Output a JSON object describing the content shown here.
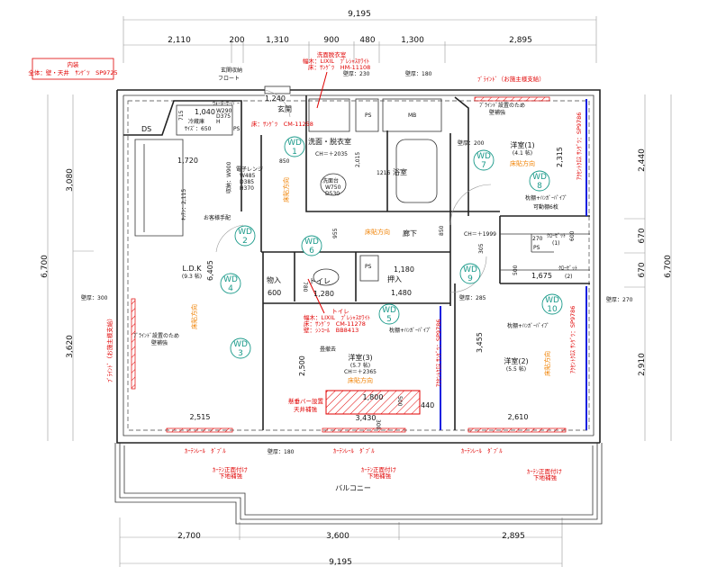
{
  "dimensions": {
    "top_total": "9,195",
    "top": [
      "2,110",
      "200",
      "1,310",
      "900",
      "480",
      "1,300",
      "2,895"
    ],
    "bottom": [
      "2,700",
      "3,600",
      "2,895"
    ],
    "bottom_total": "9,195",
    "left_total": "6,700",
    "left": [
      "3,080",
      "3,620"
    ],
    "right_total": "6,700",
    "right": [
      "2,440",
      "670",
      "670",
      "2,910"
    ]
  },
  "interior_note": {
    "title": "内装",
    "body": "全体：壁・天井　ｻﾝｹﾞﾂ　SP9725"
  },
  "entrance": {
    "storage": "玄関収納",
    "storage_sub": "フロート",
    "width": "1,240",
    "name": "玄関",
    "floor": "床：ｻﾝｹﾞﾂ　CM-11258"
  },
  "washroom_note": {
    "title": "洗面脱衣室",
    "baseboard": "幅木：LIXIL　ﾌﾟﾚｼｬｽﾎﾜｲﾄ",
    "floor": "床：ｻﾝｹﾞﾂ　HM-11108"
  },
  "walls": {
    "w230": "壁厚：230",
    "w180_top": "壁厚：180",
    "w200": "壁厚：200",
    "w300": "壁厚：300",
    "w285": "壁厚：285",
    "w270": "壁厚：270",
    "w180_bottom": "壁厚：180"
  },
  "blind": {
    "supplied": "ﾌﾞﾗｲﾝﾄﾞ（お施主様支給）",
    "reinforce1": "ﾌﾞﾗｲﾝﾄﾞ設置のため",
    "reinforce2": "壁補強"
  },
  "kitchen": {
    "water_server": "ｳｫｰﾀｰｻｰﾊﾞｰ",
    "ws_size": [
      "W290",
      "D375",
      "H"
    ],
    "w1040": "1,040",
    "d715": "715",
    "fridge": "冷蔵庫",
    "fridge_size": "ｻｲｽﾞ：650",
    "ds": "DS",
    "ps": "PS",
    "w1720": "1,720",
    "kitchen_len": "ｷｯﾁﾝ：2,115",
    "storage": "収納：W900",
    "microwave": "電子レンジ",
    "mw_size": [
      "W485",
      "D385",
      "H370"
    ],
    "customer": "お客様手配"
  },
  "utility": {
    "ps": "PS",
    "mb": "MB"
  },
  "washroom": {
    "name": "洗面・脱衣室",
    "ch": "CH＝＋2035",
    "d2015": "2,015",
    "w850": "850",
    "bath_size": "1216",
    "bath": "浴室",
    "vanity": "洗面台",
    "vanity_w": "W750",
    "vanity_d": "D530"
  },
  "hallway": {
    "floor_dir": "床貼方向",
    "name": "廊下",
    "d955": "955",
    "d850": "850",
    "ch": "CH＝＋1999",
    "d305": "305"
  },
  "closet_mid": {
    "w1180": "1,180",
    "name": "押入",
    "w1480": "1,480",
    "ps": "PS"
  },
  "storage_toilet": {
    "storage": "物入",
    "w600": "600",
    "d780": "780",
    "toilet": "トイレ",
    "w1280": "1,280"
  },
  "toilet_note": {
    "title": "トイレ",
    "baseboard": "幅木：LIXIL　ﾌﾟﾚｼｬｽﾎﾜｲﾄ",
    "floor": "床：ｻﾝｹﾞﾂ　CM-11278",
    "wall": "壁：ｼﾝｺｰﾙ　BB8413"
  },
  "ldk": {
    "name": "L.D.K",
    "size": "(9.3 帖)",
    "len": "6,405",
    "floor_dir": "床貼方向",
    "width": "2,515"
  },
  "room3": {
    "shelf": "枕棚+ﾊﾝｶﾞｰﾊﾟｲﾌﾟ",
    "tatami": "畳撤去",
    "name": "洋室(3)",
    "size": "(5.7 帖)",
    "ch": "CH＝＋2365",
    "floor_dir": "床貼方向",
    "d2500": "2,500",
    "bar1": "懸垂バー設置",
    "bar2": "天井補強",
    "w1800": "1,800",
    "d500": "500",
    "w440": "440",
    "w3430": "3,430",
    "d300": "300",
    "accent": "ｱｸｾﾝﾄｸﾛｽ ｻﾝｹﾞﾂ：SP9786"
  },
  "room1": {
    "name": "洋室(1)",
    "size": "(4.1 帖)",
    "floor_dir": "床貼方向",
    "d2315": "2,315",
    "accent": "ｱｸｾﾝﾄｸﾛｽ ｻﾝｹﾞﾂ：SP9786",
    "shelf": "枕棚+ﾊﾝｶﾞｰﾊﾟｲﾌﾟ",
    "movable": "可動棚6枚",
    "w270": "270",
    "ps": "PS",
    "closet1": "ｸﾛｰｾﾞｯﾄ",
    "closet1_no": "(1)",
    "d600": "600",
    "d500": "500",
    "w1675": "1,675",
    "closet2": "ｸﾛｰｾﾞｯﾄ",
    "closet2_no": "(2)"
  },
  "room2": {
    "shelf": "枕棚+ﾊﾝｶﾞｰﾊﾟｲﾌﾟ",
    "d3455": "3,455",
    "name": "洋室(2)",
    "size": "(5.5 帖)",
    "floor_dir": "床貼方向",
    "accent": "ｱｸｾﾝﾄｸﾛｽ ｻﾝｹﾞﾂ：SP9786",
    "width": "2,610"
  },
  "balcony": {
    "name": "バルコニー",
    "rail": "ｶｰﾃﾝﾚｰﾙ　ﾀﾞﾌﾞﾙ",
    "front1": "ｶｰﾃﾝ正面付け",
    "front2": "下地補強"
  },
  "doors": [
    "WD",
    "1",
    "2",
    "3",
    "4",
    "5",
    "6",
    "7",
    "8",
    "9",
    "10"
  ],
  "colors": {
    "annotation": "#e00000",
    "door_tag": "#1a9a8a",
    "floor_direction": "#f08000",
    "accent_wall": "#1020e0"
  }
}
